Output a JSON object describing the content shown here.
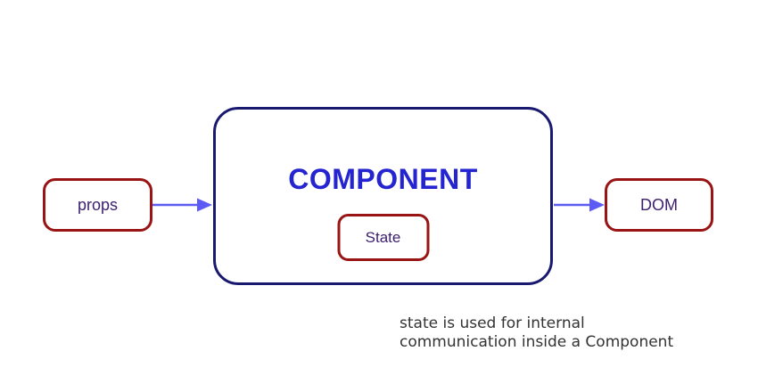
{
  "diagram": {
    "nodes": {
      "props": {
        "label": "props"
      },
      "component": {
        "label": "COMPONENT"
      },
      "state": {
        "label": "State"
      },
      "dom": {
        "label": "DOM"
      }
    },
    "caption": {
      "line1": "state is used for internal",
      "line2": "communication inside a Component"
    }
  },
  "colors": {
    "background": "#ffffff",
    "component-border": "#191970",
    "component-title": "#2424d0",
    "node-border": "#991414",
    "node-label": "#3d2070",
    "arrow": "#5c5cf5",
    "caption": "#333333"
  }
}
